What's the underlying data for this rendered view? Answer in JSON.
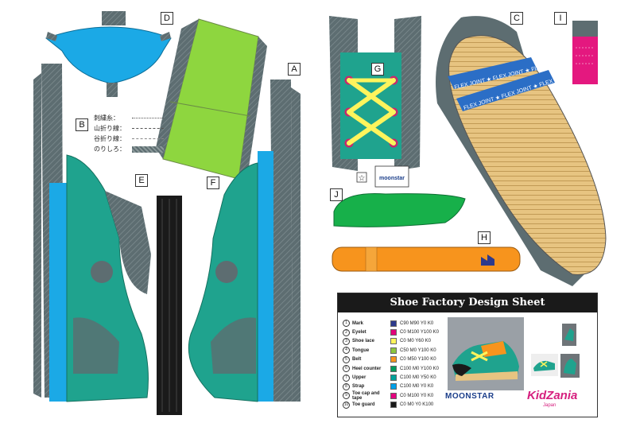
{
  "part_labels": {
    "A": "A",
    "B": "B",
    "C": "C",
    "D": "D",
    "E": "E",
    "F": "F",
    "G": "G",
    "H": "H",
    "I": "I",
    "J": "J"
  },
  "legend": [
    {
      "label": "刺繍糸：",
      "style": "dotted"
    },
    {
      "label": "山折り線：",
      "style": "dashdot"
    },
    {
      "label": "谷折り線：",
      "style": "dashed"
    },
    {
      "label": "のりしろ：",
      "style": "hatched"
    }
  ],
  "tag_text": "moonstar",
  "sole_text": "FLEX JOINT ★ FLEX JOINT ★ FLEX",
  "sheet": {
    "title": "Shoe Factory Design Sheet",
    "parts": [
      {
        "num": "1",
        "name": "Mark",
        "color": "#2d3a8c",
        "code": "C90 M90 Y0 K0"
      },
      {
        "num": "2",
        "name": "Eyelet",
        "color": "#e2007a",
        "code": "C0 M100 Y100 K0"
      },
      {
        "num": "3",
        "name": "Shoe lace",
        "color": "#fff45c",
        "code": "C0 M0 Y60 K0"
      },
      {
        "num": "4",
        "name": "Tongue",
        "color": "#8cc63f",
        "code": "C50 M0 Y100 K0"
      },
      {
        "num": "5",
        "name": "Belt",
        "color": "#f7941d",
        "code": "C0 M50 Y100 K0"
      },
      {
        "num": "6",
        "name": "Heel counter",
        "color": "#009a5a",
        "code": "C100 M0 Y100 K0"
      },
      {
        "num": "7",
        "name": "Upper",
        "color": "#00a29a",
        "code": "C100 M0 Y50 K0"
      },
      {
        "num": "8",
        "name": "Strap",
        "color": "#00a0e9",
        "code": "C100 M0 Y0 K0"
      },
      {
        "num": "9",
        "name": "Toe cap and tape",
        "color": "#e4007f",
        "code": "C0 M100 Y0 K0"
      },
      {
        "num": "10",
        "name": "Toe guard",
        "color": "#1a1a1a",
        "code": "C0 M0 Y0 K100"
      }
    ],
    "brand_moonstar": "MOONSTAR",
    "brand_kidzania": "KidZania",
    "brand_kidzania_sub": "Japan"
  },
  "colors": {
    "upper": "#1fa38e",
    "strap": "#1ba9e6",
    "toe": "#5d6d71",
    "tongue": "#8ed63f",
    "tongue_edge": "#6b8c46",
    "lace": "#fff45c",
    "sole": "#e7c481",
    "sole_line": "#b8904a",
    "belt": "#f7941d",
    "heel": "#17b04a",
    "eyelet": "#d6206b",
    "pink": "#e4187f"
  }
}
